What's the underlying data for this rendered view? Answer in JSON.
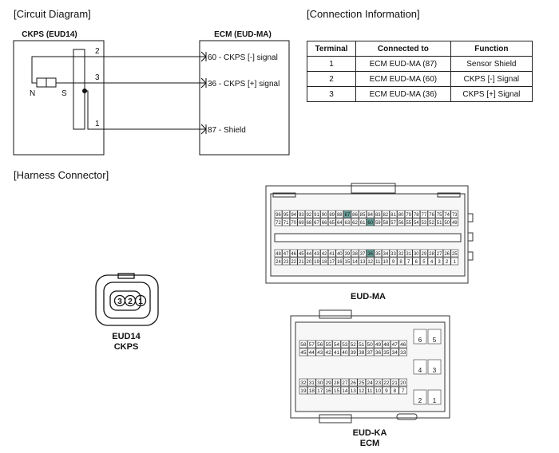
{
  "circuit": {
    "heading": "[Circuit Diagram]",
    "sensor_title": "CKPS (EUD14)",
    "ecm_title": "ECM (EUD-MA)",
    "n_label": "N",
    "s_label": "S",
    "wires": [
      {
        "num": "2",
        "label": "60 - CKPS [-] signal"
      },
      {
        "num": "3",
        "label": "36 - CKPS [+] signal"
      },
      {
        "num": "1",
        "label": "87 - Shield"
      }
    ]
  },
  "connection": {
    "heading": "[Connection Information]",
    "headers": [
      "Terminal",
      "Connected to",
      "Function"
    ],
    "rows": [
      [
        "1",
        "ECM EUD-MA (87)",
        "Sensor Shield"
      ],
      [
        "2",
        "ECM EUD-MA (60)",
        "CKPS [-] Signal"
      ],
      [
        "3",
        "ECM EUD-MA (36)",
        "CKPS [+] Signal"
      ]
    ]
  },
  "harness": {
    "heading": "[Harness Connector]",
    "eud14_pins": [
      "3",
      "2",
      "1"
    ],
    "eud14_caption": [
      "EUD14",
      "CKPS"
    ],
    "ma_caption": "EUD-MA",
    "ka_caption": [
      "EUD-KA",
      "ECM"
    ],
    "ma_rows": [
      [
        "96",
        "95",
        "94",
        "93",
        "92",
        "91",
        "90",
        "89",
        "88",
        "87",
        "86",
        "85",
        "84",
        "83",
        "82",
        "81",
        "80",
        "79",
        "78",
        "77",
        "76",
        "75",
        "74",
        "73"
      ],
      [
        "72",
        "71",
        "70",
        "69",
        "68",
        "67",
        "66",
        "65",
        "64",
        "63",
        "62",
        "61",
        "60",
        "59",
        "58",
        "57",
        "56",
        "55",
        "54",
        "53",
        "52",
        "51",
        "50",
        "49"
      ],
      [
        "48",
        "47",
        "46",
        "45",
        "44",
        "43",
        "42",
        "41",
        "40",
        "39",
        "38",
        "37",
        "36",
        "35",
        "34",
        "33",
        "32",
        "31",
        "30",
        "29",
        "28",
        "27",
        "26",
        "25"
      ],
      [
        "24",
        "23",
        "22",
        "21",
        "20",
        "19",
        "18",
        "17",
        "16",
        "15",
        "14",
        "13",
        "12",
        "11",
        "10",
        "9",
        "8",
        "7",
        "6",
        "5",
        "4",
        "3",
        "2",
        "1"
      ]
    ],
    "ma_highlight": [
      "87",
      "60",
      "36"
    ],
    "highlight_color": "#6aa7a0",
    "ka_rows": [
      [
        "58",
        "57",
        "56",
        "55",
        "54",
        "53",
        "52",
        "51",
        "50",
        "49",
        "48",
        "47",
        "46"
      ],
      [
        "45",
        "44",
        "43",
        "42",
        "41",
        "40",
        "39",
        "38",
        "37",
        "36",
        "35",
        "34",
        "33"
      ],
      [
        "32",
        "31",
        "30",
        "29",
        "28",
        "27",
        "26",
        "25",
        "24",
        "23",
        "22",
        "21",
        "20"
      ],
      [
        "19",
        "18",
        "17",
        "16",
        "15",
        "14",
        "13",
        "12",
        "11",
        "10",
        "9",
        "8",
        "7"
      ]
    ],
    "ka_big": [
      [
        "6",
        "5"
      ],
      [
        "4",
        "3"
      ],
      [
        "2",
        "1"
      ]
    ]
  }
}
